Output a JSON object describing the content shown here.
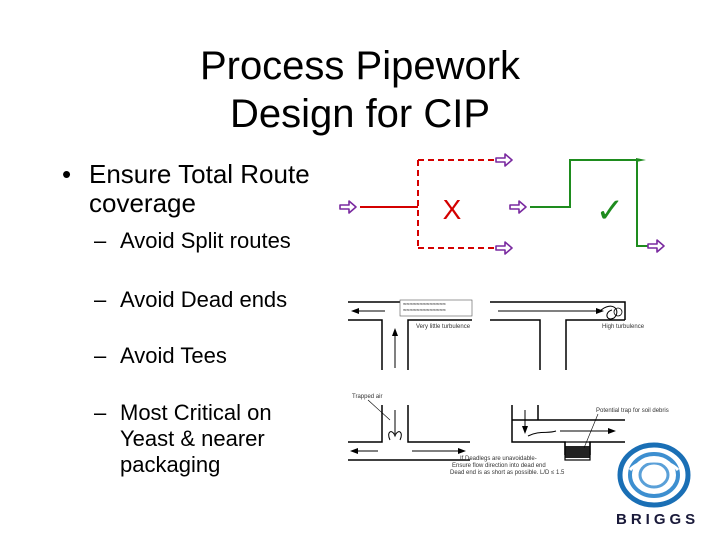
{
  "slide": {
    "title_line1": "Process Pipework",
    "title_line2": "Design for CIP"
  },
  "bullets": {
    "main": {
      "marker": "•",
      "text": "Ensure Total Route coverage"
    },
    "subs": [
      {
        "dash": "–",
        "text": "Avoid Split routes"
      },
      {
        "dash": "–",
        "text": "Avoid Dead ends"
      },
      {
        "dash": "–",
        "text": "Avoid Tees"
      },
      {
        "dash": "–",
        "text": "Most Critical on Yeast & nearer packaging"
      }
    ]
  },
  "diagram": {
    "bad_mark": "X",
    "good_mark": "✓",
    "colors": {
      "bad": "#d40000",
      "good": "#1e8c1e",
      "arrow": "#7a2aa0",
      "pipe": "#000000"
    },
    "labels": {
      "very_little_turbulence": "Very little turbulence",
      "high_turbulence": "High turbulence",
      "trapped_air": "Trapped air",
      "potential_trap": "Potential trap for soil debris",
      "deadlegs_note_1": "If Deadlegs are unavoidable-",
      "deadlegs_note_2": "Ensure flow direction into dead end",
      "deadlegs_note_3": "Dead end is as short as possible. L/D ≤ 1.5"
    }
  },
  "logo": {
    "text": "BRIGGS",
    "colors": {
      "outer": "#1a6fb5",
      "inner": "#5aa0d8"
    }
  }
}
